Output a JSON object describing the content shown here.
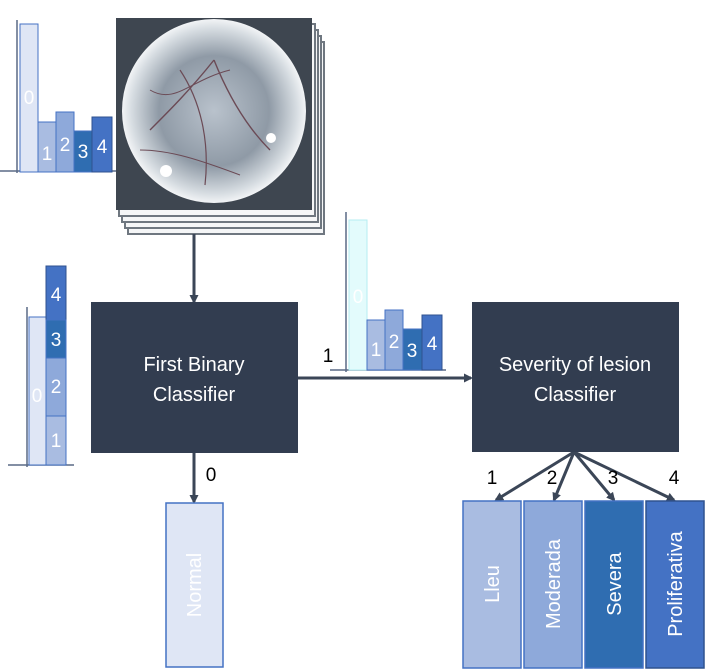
{
  "colors": {
    "class0": "#dfe6f5",
    "class0_top": "#e3fbfc",
    "class1": "#a9bce1",
    "class2": "#8ea9da",
    "class3": "#2f6db1",
    "class4": "#4472c4",
    "box": "#323d50",
    "arrow": "#3b4657"
  },
  "histograms": {
    "top": {
      "labels": [
        "0",
        "1",
        "2",
        "3",
        "4"
      ]
    },
    "middle": {
      "labels": [
        "0",
        "1",
        "2",
        "3",
        "4"
      ]
    },
    "stacked": {
      "labels": [
        "4",
        "3",
        "0",
        "2",
        "1"
      ]
    }
  },
  "boxes": {
    "binary": {
      "line1": "First Binary",
      "line2": "Classifier"
    },
    "severity": {
      "line1": "Severity of lesion",
      "line2": "Classifier"
    }
  },
  "edges": {
    "binary_to_severity": "1",
    "binary_to_normal": "0",
    "severity_to_lleu": "1",
    "severity_to_moderada": "2",
    "severity_to_severa": "3",
    "severity_to_proliferativa": "4"
  },
  "outputs": {
    "normal": "Normal",
    "lleu": "Lleu",
    "moderada": "Moderada",
    "severa": "Severa",
    "proliferativa": "Proliferativa"
  },
  "image": {
    "icon": "retina-fundus-image-stack"
  }
}
